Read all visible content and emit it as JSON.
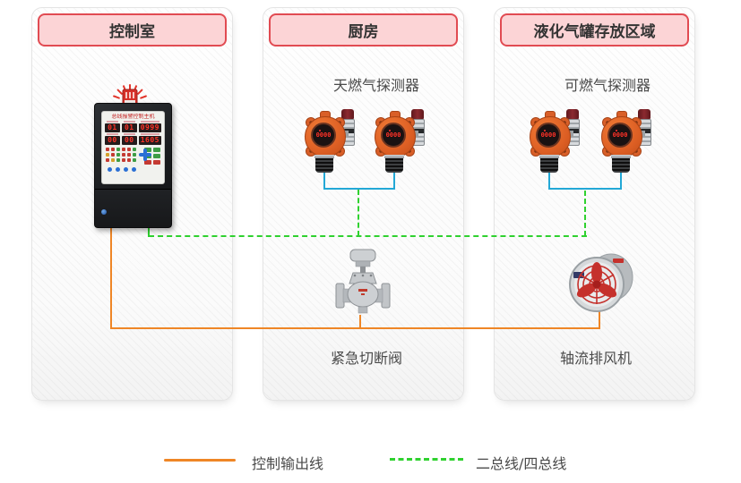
{
  "colors": {
    "control_line": "#ef8626",
    "bus_line": "#2fd12f",
    "signal_line": "#23a8d6",
    "header_bg": "#fcd4d6",
    "header_border": "#e14b52",
    "display_digits": "#ff3228"
  },
  "panels": [
    {
      "title": "控制室"
    },
    {
      "title": "厨房",
      "device_label": "天燃气探测器"
    },
    {
      "title": "液化气罐存放区域",
      "device_label": "可燃气探测器"
    }
  ],
  "control_host": {
    "title": "总线报警控制主机",
    "displays_row1": [
      "01",
      "01",
      "0999"
    ],
    "displays_row2": [
      "00",
      "00",
      "1605"
    ]
  },
  "detectors": {
    "display": "0000"
  },
  "devices": {
    "valve_label": "紧急切断阀",
    "fan_label": "轴流排风机"
  },
  "legend": [
    {
      "label": "控制输出线",
      "style": "solid"
    },
    {
      "label": "二总线/四总线",
      "style": "dashed"
    }
  ]
}
